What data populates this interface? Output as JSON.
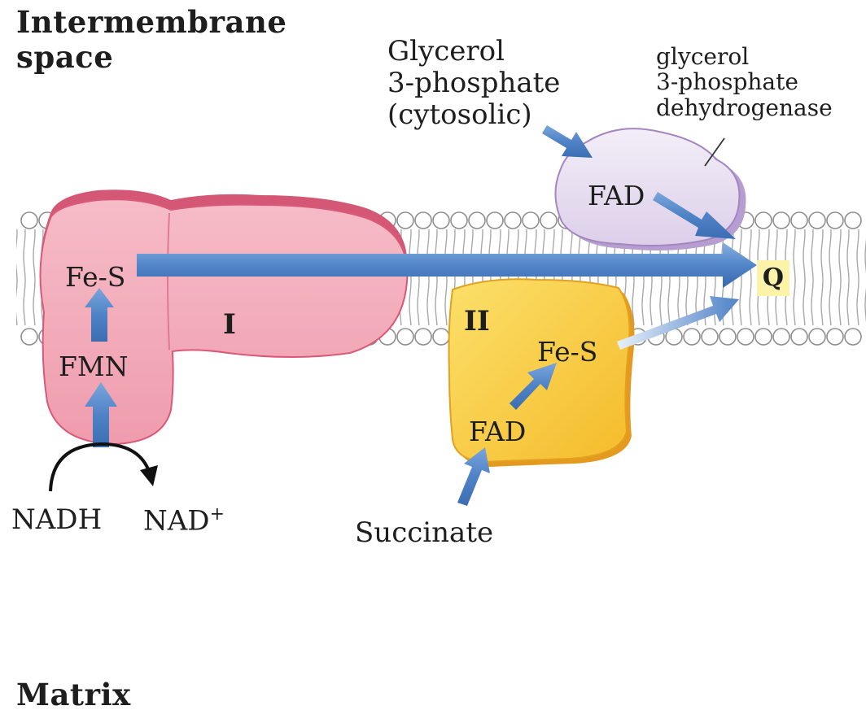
{
  "labels": {
    "intermembrane_line1": "Intermembrane",
    "intermembrane_line2": "space",
    "matrix": "Matrix",
    "glycerol_line1": "Glycerol",
    "glycerol_line2": "3-phosphate",
    "glycerol_line3": "(cytosolic)",
    "enzyme_line1": "glycerol",
    "enzyme_line2": "3-phosphate",
    "enzyme_line3": "dehydrogenase",
    "fad_enzyme": "FAD",
    "q": "Q",
    "complex1_fes": "Fe-S",
    "complex1_fmn": "FMN",
    "complex1_numeral": "I",
    "complex2_numeral": "II",
    "complex2_fes": "Fe-S",
    "complex2_fad": "FAD",
    "nadh": "NADH",
    "nad": "NAD",
    "nad_superscript": "+",
    "succinate": "Succinate"
  },
  "colors": {
    "complex1_fill": "#f2a6b4",
    "complex1_edge": "#d95a78",
    "complex2_fill": "#f8cc3e",
    "complex2_edge": "#e4a020",
    "enzyme_fill": "#e6dcef",
    "enzyme_edge": "#a486c0",
    "arrow_blue": "#4f82c6",
    "membrane_line": "#8e8e8e",
    "q_highlight": "#fdf3a8"
  }
}
